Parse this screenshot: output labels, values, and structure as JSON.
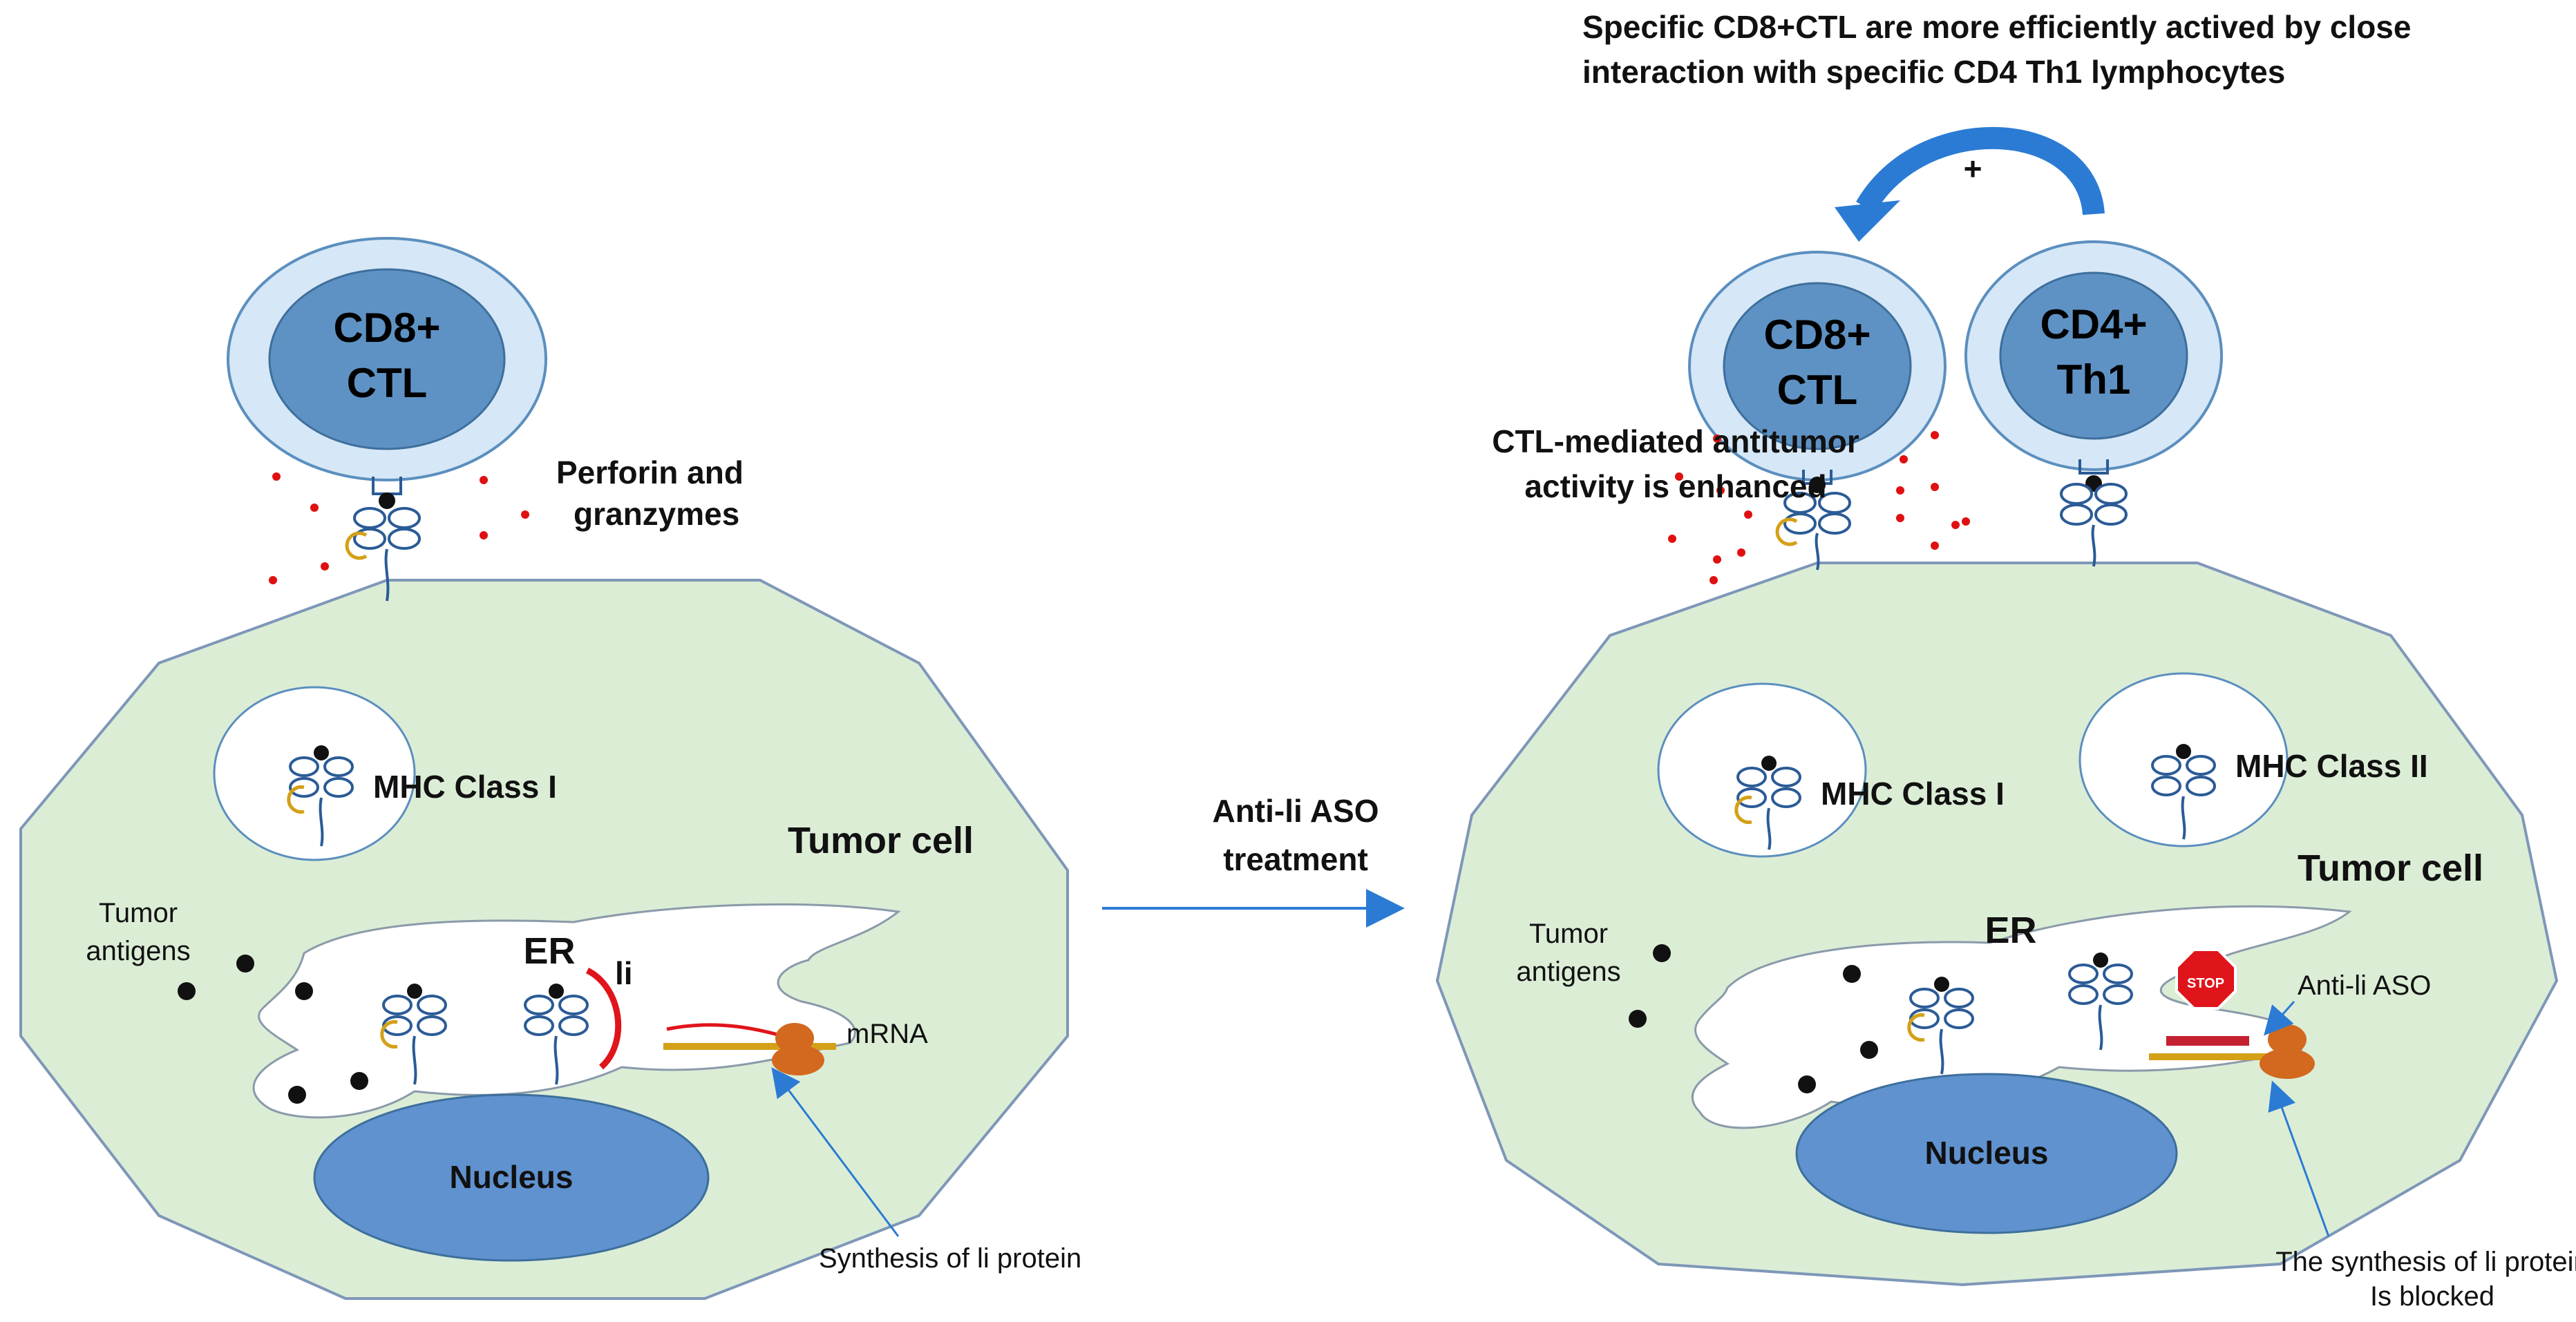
{
  "colors": {
    "cell_fill": "#dcedd6",
    "cell_stroke": "#7e97b8",
    "cytoplasm_blue": "#d6e7f7",
    "cytoplasm_inner": "#5b8fbe",
    "nucleus": "#5f92cf",
    "ii_red": "#e0141b",
    "arrow_blue": "#2b7bd4",
    "mhc_blue": "#2b5b96",
    "peptide_orange": "#d4a017",
    "ribosome": "#d2691e",
    "granule_red": "#e01010"
  },
  "left": {
    "cd8_line1": "CD8+",
    "cd8_line2": "CTL",
    "perforin_line1": "Perforin and",
    "perforin_line2": "granzymes",
    "mhc1": "MHC Class I",
    "tumor_cell": "Tumor cell",
    "tumor_antigens_line1": "Tumor",
    "tumor_antigens_line2": "antigens",
    "er": "ER",
    "ii": "li",
    "mrna": "mRNA",
    "nucleus": "Nucleus",
    "synthesis": "Synthesis of li protein"
  },
  "middle": {
    "treatment_line1": "Anti-li ASO",
    "treatment_line2": "treatment"
  },
  "right": {
    "header_line1": "Specific CD8+CTL are more efficiently actived by close",
    "header_line2": "interaction with specific CD4 Th1 lymphocytes",
    "plus": "+",
    "cd8_line1": "CD8+",
    "cd8_line2": "CTL",
    "cd4_line1": "CD4+",
    "cd4_line2": "Th1",
    "ctl_activity_line1": "CTL-mediated antitumor",
    "ctl_activity_line2": "activity is enhanced",
    "mhc1": "MHC Class I",
    "mhc2": "MHC Class II",
    "tumor_cell": "Tumor cell",
    "tumor_antigens_line1": "Tumor",
    "tumor_antigens_line2": "antigens",
    "er": "ER",
    "stop": "STOP",
    "anti_ii_aso": "Anti-li ASO",
    "nucleus": "Nucleus",
    "blocked_line1": "The synthesis of li protein",
    "blocked_line2": "Is blocked"
  }
}
